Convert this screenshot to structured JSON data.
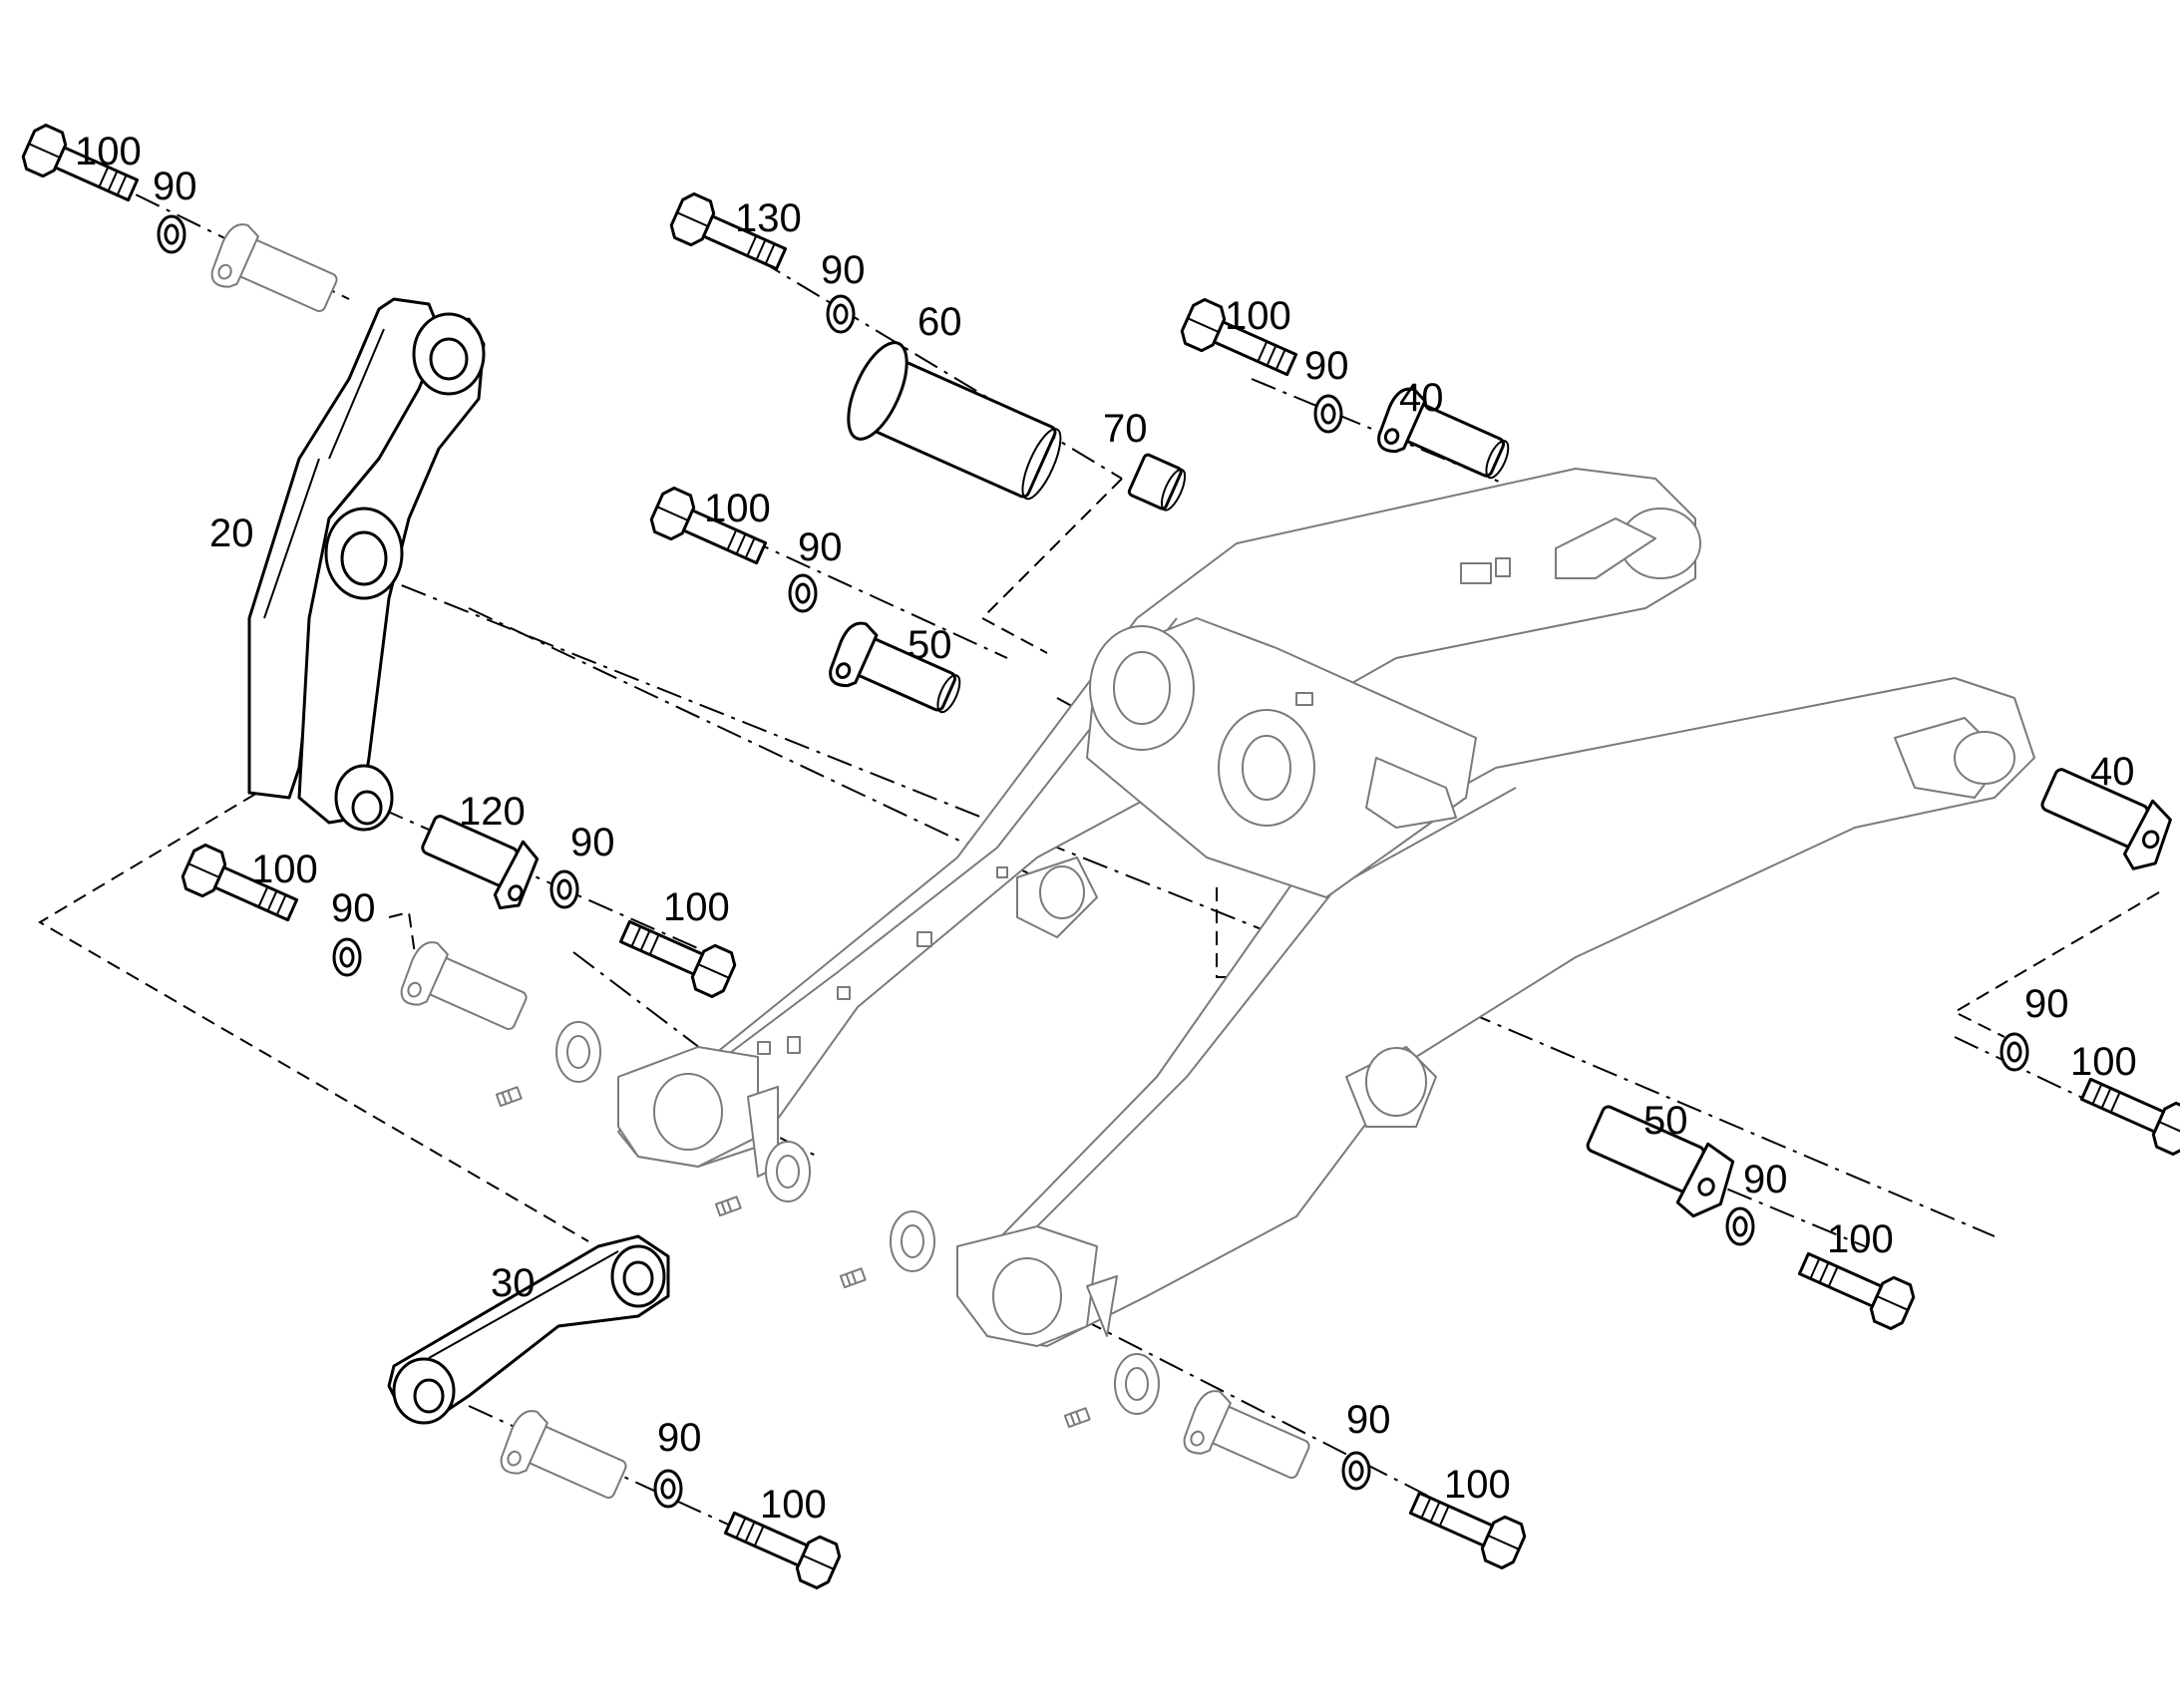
{
  "callouts": [
    {
      "id": "c1",
      "text": "100"
    },
    {
      "id": "c2",
      "text": "90"
    },
    {
      "id": "c3",
      "text": "20"
    },
    {
      "id": "c4",
      "text": "130"
    },
    {
      "id": "c5",
      "text": "90"
    },
    {
      "id": "c6",
      "text": "60"
    },
    {
      "id": "c7",
      "text": "70"
    },
    {
      "id": "c8",
      "text": "100"
    },
    {
      "id": "c9",
      "text": "90"
    },
    {
      "id": "c10",
      "text": "40"
    },
    {
      "id": "c11",
      "text": "100"
    },
    {
      "id": "c12",
      "text": "90"
    },
    {
      "id": "c13",
      "text": "50"
    },
    {
      "id": "c14",
      "text": "120"
    },
    {
      "id": "c15",
      "text": "90"
    },
    {
      "id": "c16",
      "text": "100"
    },
    {
      "id": "c17",
      "text": "100"
    },
    {
      "id": "c18",
      "text": "90"
    },
    {
      "id": "c19",
      "text": "40"
    },
    {
      "id": "c20",
      "text": "90"
    },
    {
      "id": "c21",
      "text": "100"
    },
    {
      "id": "c22",
      "text": "50"
    },
    {
      "id": "c23",
      "text": "90"
    },
    {
      "id": "c24",
      "text": "100"
    },
    {
      "id": "c25",
      "text": "30"
    },
    {
      "id": "c26",
      "text": "90"
    },
    {
      "id": "c27",
      "text": "100"
    },
    {
      "id": "c28",
      "text": "90"
    },
    {
      "id": "c29",
      "text": "100"
    }
  ]
}
